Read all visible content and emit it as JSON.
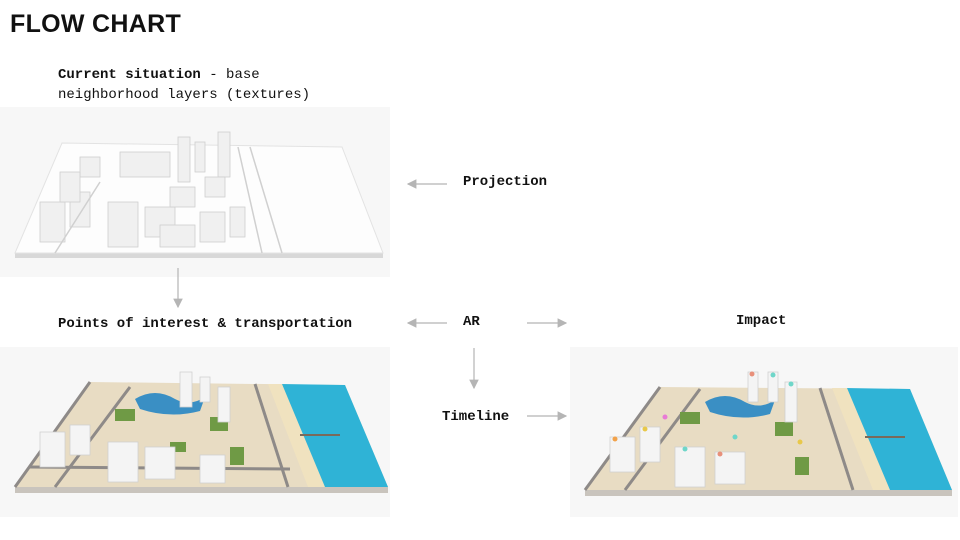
{
  "title": "FLOW CHART",
  "steps": {
    "current": {
      "bold": "Current situation",
      "sep": " - ",
      "rest_line1": "base",
      "line2": "neighborhood layers (textures)"
    },
    "projection": "Projection",
    "poi": "Points of interest & transportation",
    "ar": "AR",
    "impact": "Impact",
    "timeline": "Timeline"
  },
  "colors": {
    "arrow": "#b5b5b5",
    "water": "#2fb3d6",
    "park": "#5f8f3a",
    "sand": "#e8dcc3",
    "road": "#8e8a88"
  }
}
